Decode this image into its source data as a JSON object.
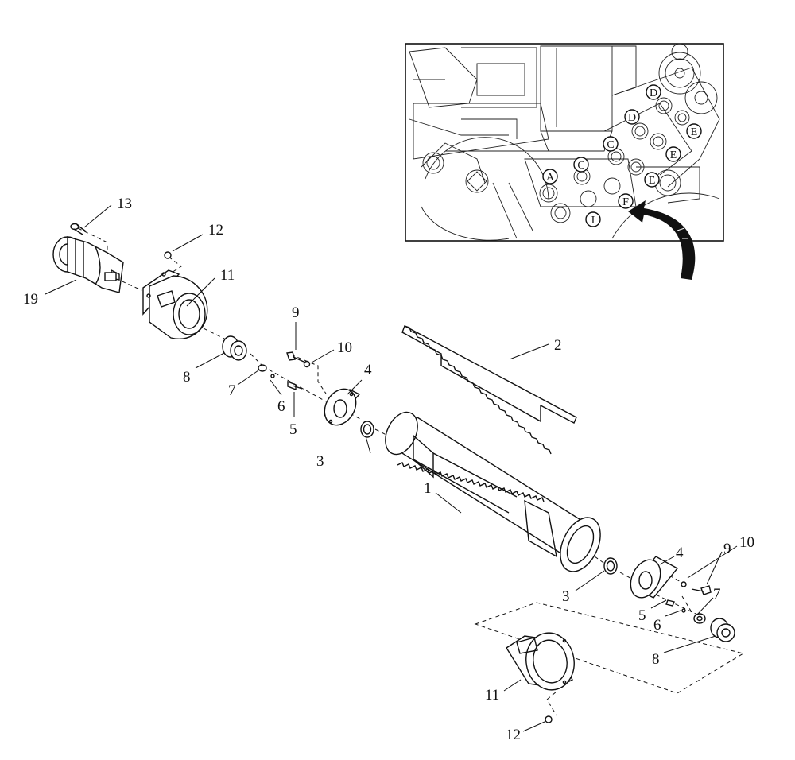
{
  "callouts": {
    "c1": "1",
    "c2": "2",
    "c3a": "3",
    "c3b": "3",
    "c4a": "4",
    "c4b": "4",
    "c5a": "5",
    "c5b": "5",
    "c6a": "6",
    "c6b": "6",
    "c7a": "7",
    "c7b": "7",
    "c8a": "8",
    "c8b": "8",
    "c9a": "9",
    "c9b": "9",
    "c10a": "10",
    "c10b": "10",
    "c11a": "11",
    "c11b": "11",
    "c12a": "12",
    "c12b": "12",
    "c13": "13",
    "c19": "19"
  },
  "inset": {
    "letters": [
      "A",
      "C",
      "C",
      "D",
      "D",
      "E",
      "E",
      "E",
      "F",
      "I"
    ]
  },
  "colors": {
    "ink": "#111111",
    "paper": "#ffffff"
  }
}
